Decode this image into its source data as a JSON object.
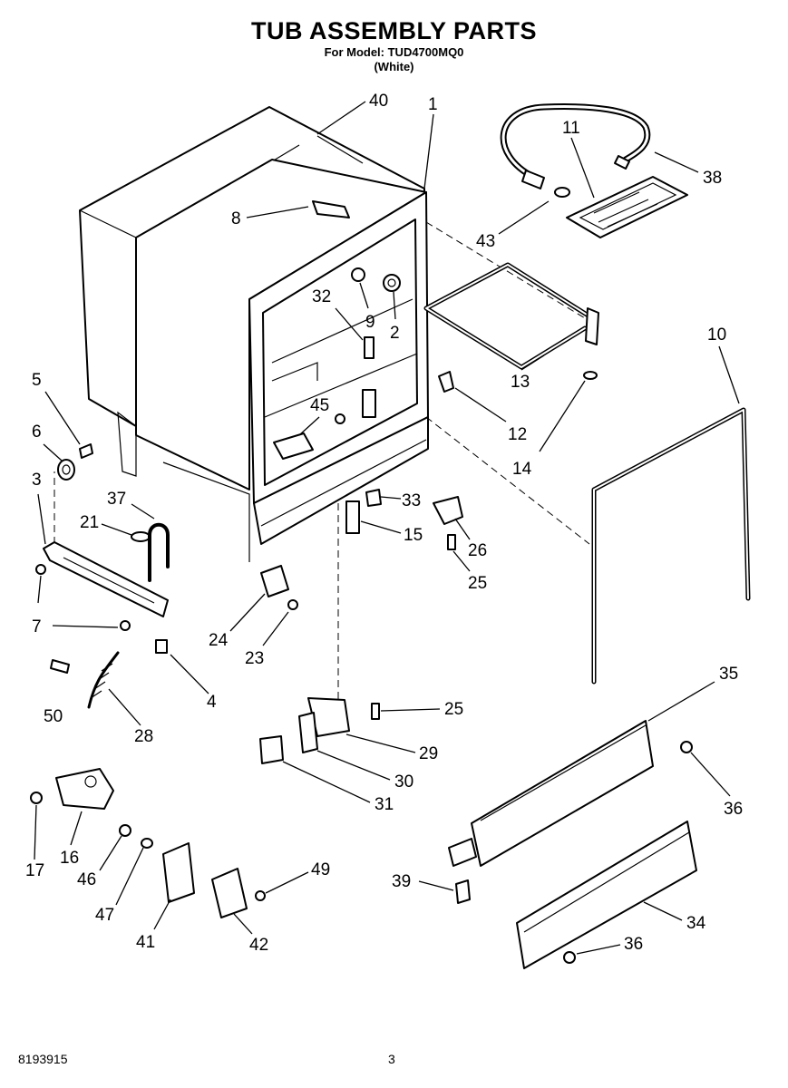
{
  "header": {
    "title": "TUB ASSEMBLY PARTS",
    "model_line": "For Model: TUD4700MQ0",
    "variant": "(White)"
  },
  "callouts": [
    "40",
    "1",
    "11",
    "38",
    "8",
    "43",
    "9",
    "2",
    "32",
    "10",
    "5",
    "13",
    "12",
    "45",
    "6",
    "14",
    "3",
    "37",
    "33",
    "21",
    "15",
    "26",
    "25a",
    "7",
    "24",
    "23",
    "4",
    "50",
    "28",
    "35",
    "25b",
    "29",
    "30",
    "36a",
    "31",
    "17",
    "16",
    "46",
    "47",
    "41",
    "42",
    "49",
    "39",
    "34",
    "36b"
  ],
  "callout_labels": {
    "40": "40",
    "1": "1",
    "11": "11",
    "38": "38",
    "8": "8",
    "43": "43",
    "9": "9",
    "2": "2",
    "32": "32",
    "10": "10",
    "5": "5",
    "13": "13",
    "12": "12",
    "45": "45",
    "6": "6",
    "14": "14",
    "3": "3",
    "37": "37",
    "33": "33",
    "21": "21",
    "15": "15",
    "26": "26",
    "25a": "25",
    "7": "7",
    "24": "24",
    "23": "23",
    "4": "4",
    "50": "50",
    "28": "28",
    "35": "35",
    "25b": "25",
    "29": "29",
    "30": "30",
    "36a": "36",
    "31": "31",
    "17": "17",
    "16": "16",
    "46": "46",
    "47": "47",
    "41": "41",
    "42": "42",
    "49": "49",
    "39": "39",
    "34": "34",
    "36b": "36"
  },
  "footer": {
    "doc_number": "8193915",
    "page_number": "3"
  }
}
